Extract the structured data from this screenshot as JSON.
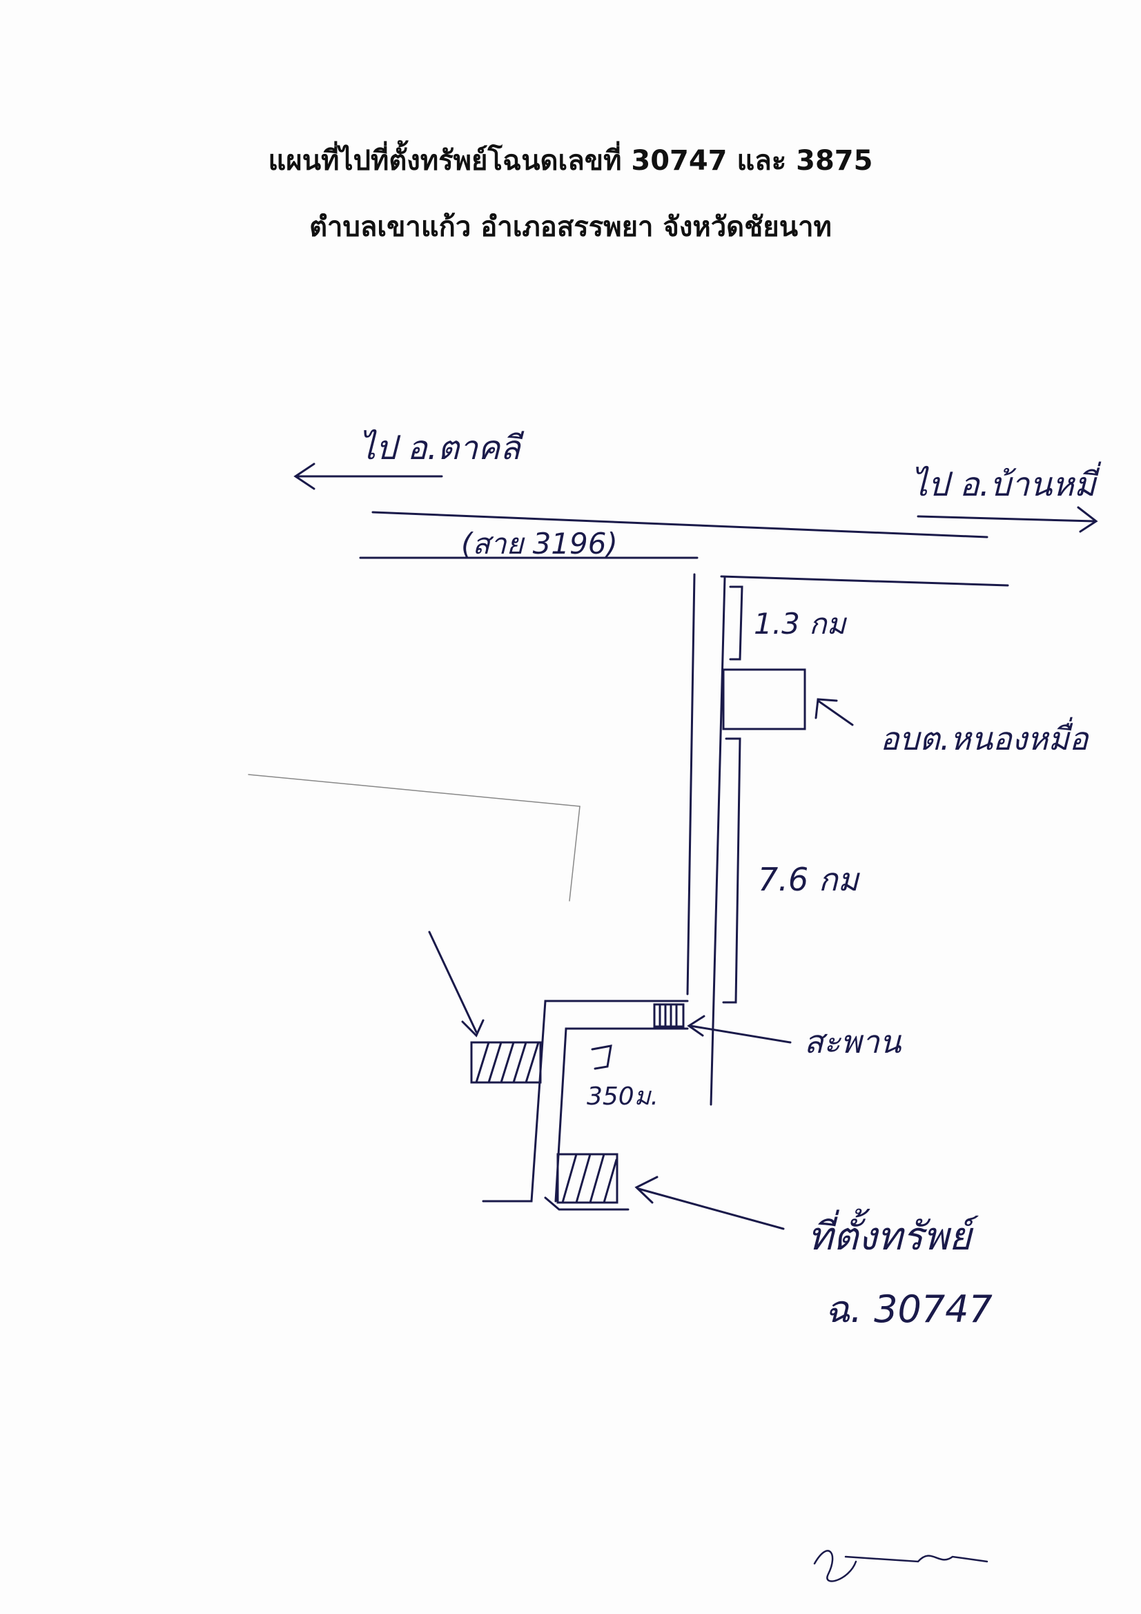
{
  "header": {
    "line1": "แผนที่ไปที่ตั้งทรัพย์โฉนดเลขที่ 30747 และ 3875",
    "line2": "ตำบลเขาแก้ว อำเภอสรรพยา จังหวัดชัยนาท"
  },
  "map": {
    "to_west": "ไป อ.ตาคลี",
    "to_east": "ไป อ.บ้านหมี่",
    "road_label": "(สาย 3196)",
    "dist_1": "1.3 กม",
    "office_label": "อบต.หนองหมื่อ",
    "dist_2": "7.6 กม",
    "bridge_label": "สะพาน",
    "dist_3": "350ม.",
    "property_label": "ที่ตั้งทรัพย์",
    "deed_label": "ฉ. 30747"
  },
  "colors": {
    "ink": "#1a1a4a",
    "print": "#111111"
  }
}
